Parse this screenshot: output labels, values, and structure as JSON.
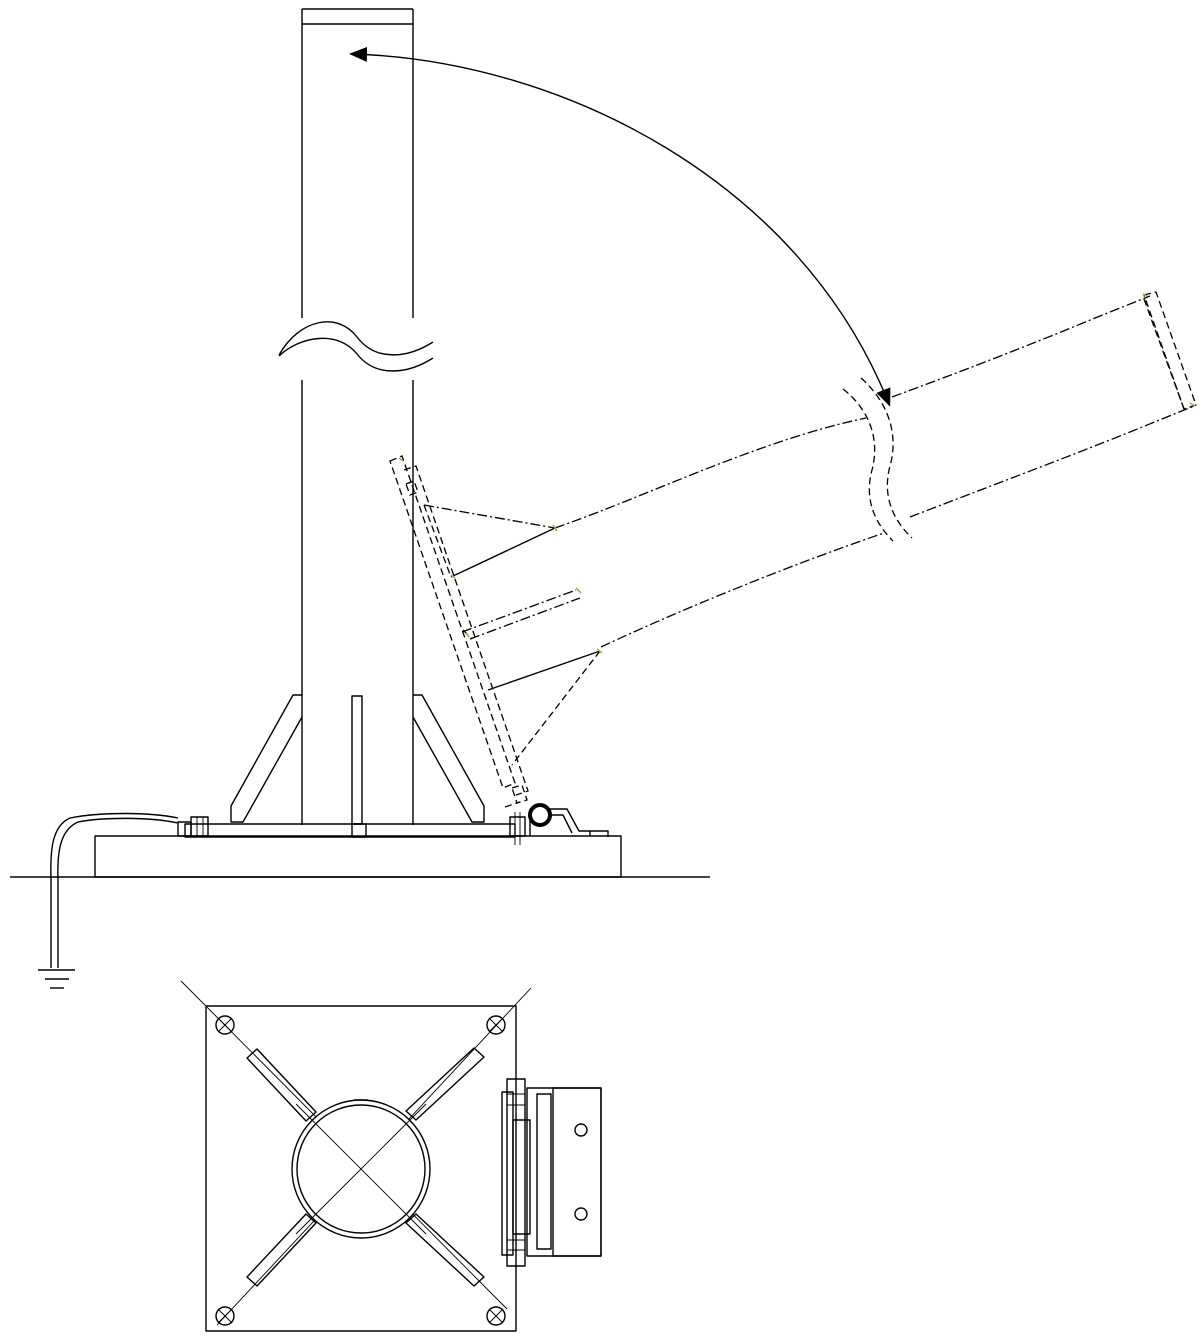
{
  "figure": {
    "kind": "technical-drawing",
    "views": [
      "side-elevation",
      "plan-view"
    ],
    "components": [
      "pole-upright",
      "pole-tilted-dashed",
      "rotation-arrow",
      "base-plate",
      "gusset-plates",
      "hinge-pin",
      "anchor-bolts",
      "ground-line",
      "ground-cable",
      "ground-symbol",
      "hinge-bracket"
    ],
    "colors": {
      "line": "#000000",
      "background": "#ffffff",
      "node_marker": "#7cc242"
    }
  }
}
